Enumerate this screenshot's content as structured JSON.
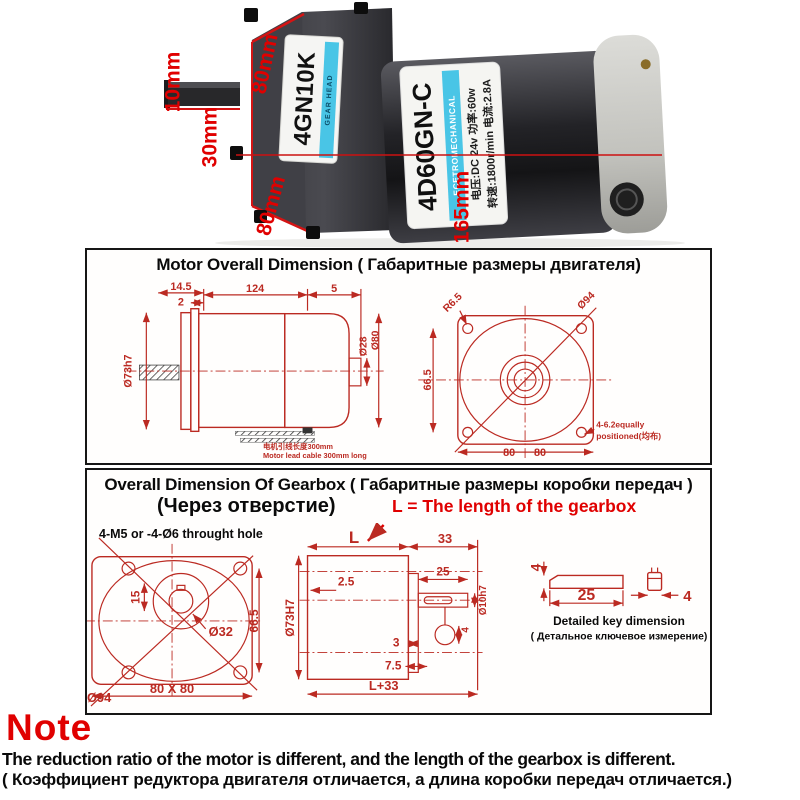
{
  "photo": {
    "gearhead_model": "4GN10K",
    "gearhead_tag": "GEAR HEAD",
    "motor_model": "4D60GN-C",
    "motor_brand": "ECETROMECHANICAL",
    "spec_line1": "电压:DC 24v  功率:60w",
    "spec_line2": "转速:1800r/min  电流:2.8A",
    "dim_shaft_diameter": "10mm",
    "dim_shaft_length": "30mm",
    "dim_gearbox_top": "80mm",
    "dim_gearbox_side": "80mm",
    "dim_motor_length": "165mm"
  },
  "motor_box": {
    "title": "Motor Overall Dimension ( Габаритные размеры двигателя)",
    "side": {
      "d145": "14.5",
      "d2": "2",
      "d124": "124",
      "d5": "5",
      "d73": "Ø73h7",
      "d28": "Ø28",
      "d80": "Ø80",
      "cable_cn": "电机引线长度300mm",
      "cable_en": "Motor lead cable 300mm long"
    },
    "face": {
      "r65": "R6.5",
      "d94": "Ø94",
      "d665": "66.5",
      "d80a": "80",
      "d80b": "80",
      "note1": "4-6.2equally",
      "note2": "positioned(均布)"
    }
  },
  "gearbox_box": {
    "title": "Overall Dimension Of Gearbox ( Габаритные размеры коробки передач )",
    "subtitle": "(Через отверстие)",
    "hole_note": "4-M5 or -4-Ø6 throught hole",
    "legend": "L = The length of the gearbox",
    "front": {
      "d15": "15",
      "d32": "Ø32",
      "d665": "66.5",
      "d94": "Ø94",
      "d8080": "80 X 80"
    },
    "side": {
      "L": "L",
      "d33": "33",
      "d25": "25",
      "d10": "Ø10h7",
      "d73": "Ø73H7",
      "d25b": "2.5",
      "d3": "3",
      "d75": "7.5",
      "d4": "4",
      "L33": "L+33"
    },
    "key": {
      "d4a": "4",
      "d25": "25",
      "d4b": "4",
      "cap_en": "Detailed key dimension",
      "cap_ru": "( Детальное ключевое измерение)"
    }
  },
  "note": {
    "heading": "Note",
    "line_en": "The reduction ratio of the motor is different, and the length of the gearbox is different.",
    "line_ru": "( Коэффициент редуктора двигателя отличается,  а длина коробки передач отличается.)"
  },
  "colors": {
    "annotation_red": "#e00000",
    "drawing_red": "#bb2a22",
    "label_cyan": "#49c5e6"
  }
}
